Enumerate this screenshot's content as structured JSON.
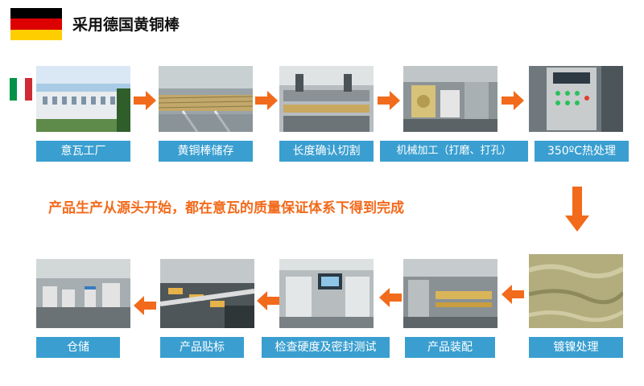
{
  "header": {
    "title": "采用德国黄铜棒",
    "colors": {
      "flag_black": "#000000",
      "flag_red": "#dd0000",
      "flag_gold": "#ffce00"
    }
  },
  "origin_flag": {
    "colors": [
      "#009246",
      "#ffffff",
      "#ce2b37"
    ]
  },
  "process": {
    "row1": [
      {
        "label": "意瓦工厂"
      },
      {
        "label": "黄铜棒储存"
      },
      {
        "label": "长度确认切割"
      },
      {
        "label": "机械加工（打磨、打孔）"
      },
      {
        "label": "350ºC热处理"
      }
    ],
    "row2": [
      {
        "label": "仓储"
      },
      {
        "label": "产品贴标"
      },
      {
        "label": "检查硬度及密封测试"
      },
      {
        "label": "产品装配"
      },
      {
        "label": "镀镍处理"
      }
    ],
    "slogan": "产品生产从源头开始，都在意瓦的质量保证体系下得到完成"
  },
  "colors": {
    "label_bg": "#3a9fd0",
    "arrow": "#f26a1b",
    "slogan": "#f26a1b"
  }
}
